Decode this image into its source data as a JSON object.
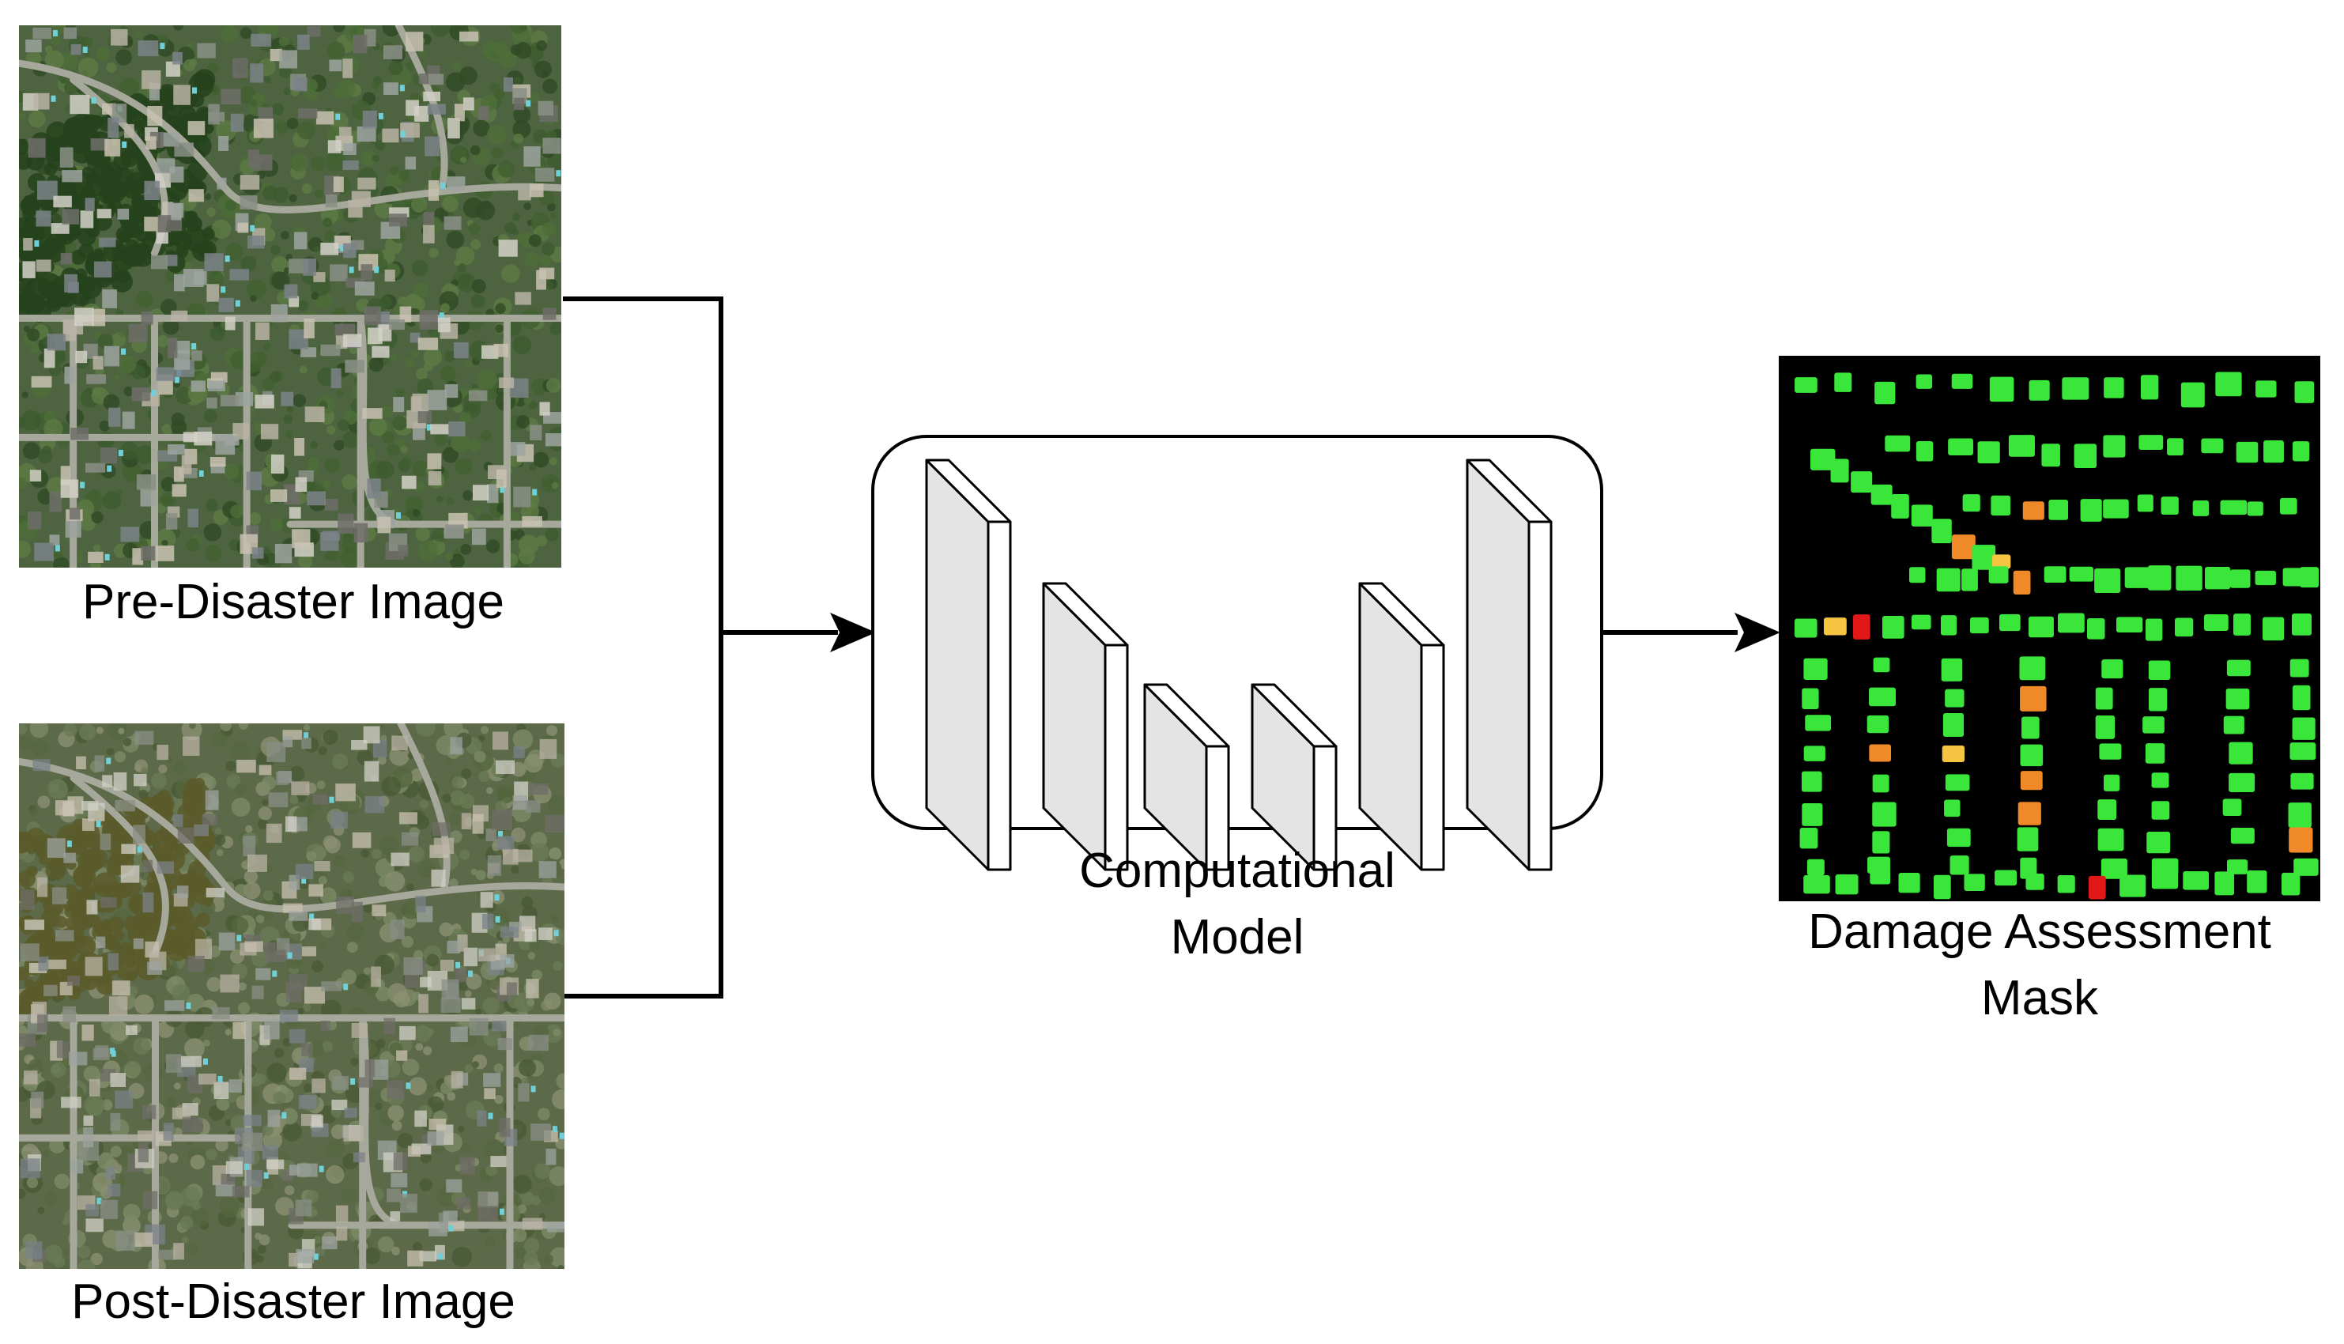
{
  "inputs": {
    "pre_label": "Pre-Disaster Image",
    "post_label": "Post-Disaster Image"
  },
  "model": {
    "label_line1": "Computational",
    "label_line2": "Model"
  },
  "output": {
    "label_line1": "Damage Assessment",
    "label_line2": "Mask"
  },
  "colors": {
    "line": "#000000",
    "layer_face": "#e4e4e4",
    "mask_background": "#000000",
    "no_damage": "#39e639",
    "minor_damage": "#f5c542",
    "major_damage": "#f08a28",
    "destroyed": "#e01818"
  }
}
